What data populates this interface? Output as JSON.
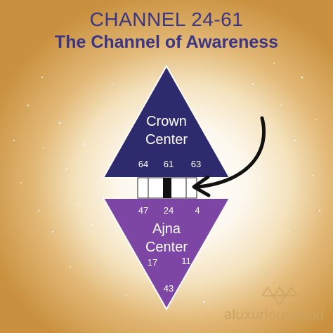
{
  "title": "CHANNEL 24-61",
  "subtitle": "The Channel of Awareness",
  "crown": {
    "name_line1": "Crown",
    "name_line2": "Center",
    "gates": [
      "64",
      "61",
      "63"
    ],
    "color": "#2e2a6e"
  },
  "ajna": {
    "name_line1": "Ajna",
    "name_line2": "Center",
    "gates_top": [
      "47",
      "24",
      "4"
    ],
    "gates_bottom": [
      "17",
      "11"
    ],
    "gate_tip": "43",
    "color": "#7d45a4"
  },
  "brand": {
    "text_main": "aluxurious",
    "text_accent": "mind",
    "color": "#c9a464"
  },
  "accent_color": "#2b2470"
}
